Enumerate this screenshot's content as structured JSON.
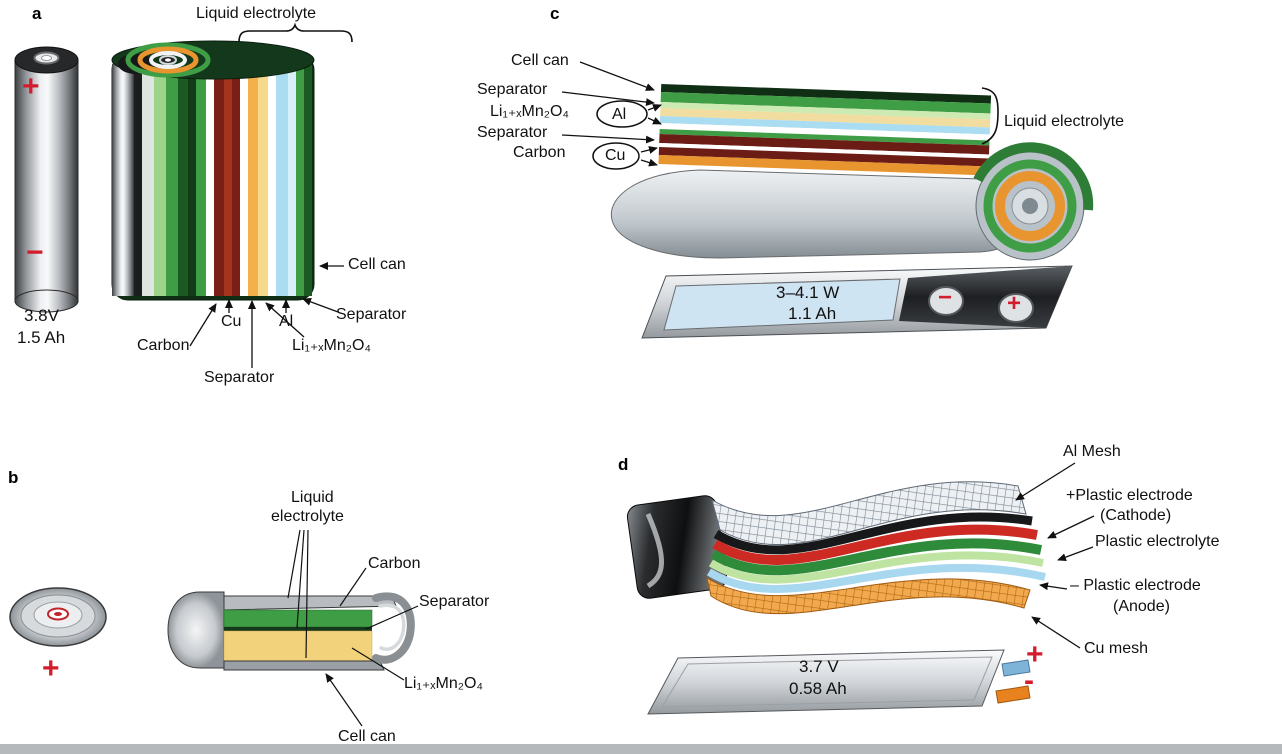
{
  "figure": {
    "type": "battery-cell-configurations-diagram",
    "background_color": "#ffffff",
    "bottom_bar_color": "#b6b9bc",
    "accent_red": "#d41d2c"
  },
  "panel_a": {
    "letter": "a",
    "battery": {
      "voltage": "3.8V",
      "capacity": "1.5 Ah",
      "plus_sign": "+",
      "minus_sign": "−"
    },
    "labels": {
      "liquid_electrolyte": "Liquid electrolyte",
      "cell_can": "Cell can",
      "cu": "Cu",
      "carbon": "Carbon",
      "al": "Al",
      "separator_side": "Separator",
      "cathode": "Li₁₊ₓMn₂O₄",
      "separator_bottom": "Separator"
    }
  },
  "panel_b": {
    "letter": "b",
    "plus_sign": "+",
    "labels": {
      "liquid_electrolyte_line1": "Liquid",
      "liquid_electrolyte_line2": "electrolyte",
      "carbon": "Carbon",
      "separator": "Separator",
      "cathode": "Li₁₊ₓMn₂O₄",
      "cell_can": "Cell can"
    }
  },
  "panel_c": {
    "letter": "c",
    "labels": {
      "cell_can": "Cell can",
      "separator_top": "Separator",
      "cathode": "Li₁₊ₓMn₂O₄",
      "al": "Al",
      "separator_bottom": "Separator",
      "carbon": "Carbon",
      "cu": "Cu",
      "liquid_electrolyte": "Liquid electrolyte"
    },
    "cell": {
      "power": "3–4.1 W",
      "capacity": "1.1 Ah",
      "minus_sign": "−",
      "plus_sign": "+"
    }
  },
  "panel_d": {
    "letter": "d",
    "labels": {
      "al_mesh": "Al Mesh",
      "cathode_line1": "+Plastic electrode",
      "cathode_line2": "(Cathode)",
      "electrolyte": "Plastic electrolyte",
      "anode_line1": "– Plastic electrode",
      "anode_line2": "(Anode)",
      "cu_mesh": "Cu mesh"
    },
    "cell": {
      "voltage": "3.7 V",
      "capacity": "0.58 Ah",
      "plus_sign": "+",
      "minus_sign": "-"
    }
  }
}
